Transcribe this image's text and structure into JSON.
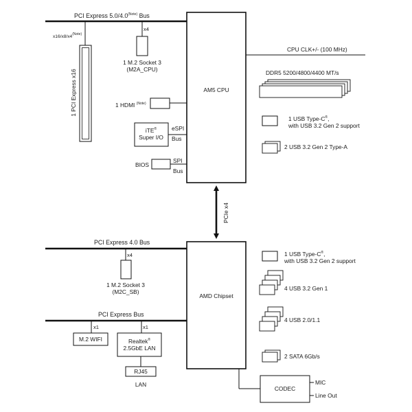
{
  "cpu": {
    "label": "AM5 CPU",
    "bus_label": "PCI Express 5.0/4.0",
    "bus_note": "(Note)",
    "bus_suffix": "Bus",
    "pcie_slot_lanes": "x16/x8/x4",
    "pcie_slot_note": "(Note)",
    "pcie_slot_label": "1 PCI Express x16",
    "m2_lanes": "x4",
    "m2_label_1": "1 M.2 Socket 3",
    "m2_label_2": "(M2A_CPU)",
    "hdmi_label": "1 HDMI",
    "hdmi_note": "(Note)",
    "superio_brand": "iTE",
    "superio_mark": "®",
    "superio_label": "Super I/O",
    "espi_1": "eSPI",
    "espi_2": "Bus",
    "bios_label": "BIOS",
    "spi_1": "SPI",
    "spi_2": "Bus",
    "clk_label": "CPU CLK+/- (100 MHz)",
    "ddr_label": "DDR5 5200/4800/4400 MT/s",
    "usbc_label_1": "1 USB Type-C",
    "usbc_mark": "®",
    "usbc_label_2": "with USB 3.2 Gen 2 support",
    "usba_label": "2 USB 3.2 Gen 2 Type-A"
  },
  "link": {
    "label": "PCIe x4"
  },
  "chipset": {
    "label": "AMD Chipset",
    "bus_label": "PCI Express 4.0 Bus",
    "m2_lanes": "x4",
    "m2_label_1": "1 M.2 Socket 3",
    "m2_label_2": "(M2C_SB)",
    "pcie_bus_label": "PCI Express Bus",
    "wifi_lanes": "x1",
    "wifi_label": "M.2 WIFI",
    "lan_lanes": "x1",
    "lan_brand": "Realtek",
    "lan_mark": "®",
    "lan_label": "2.5GbE LAN",
    "rj45_label": "RJ45",
    "lan_port_label": "LAN",
    "usbc_label_1": "1 USB Type-C",
    "usbc_mark": "®",
    "usbc_label_2": "with USB 3.2 Gen 2 support",
    "usb32_label": "4 USB 3.2 Gen 1",
    "usb20_label": "4 USB 2.0/1.1",
    "sata_label": "2 SATA 6Gb/s",
    "codec_label": "CODEC",
    "mic_label": "MIC",
    "lineout_label": "Line Out"
  }
}
